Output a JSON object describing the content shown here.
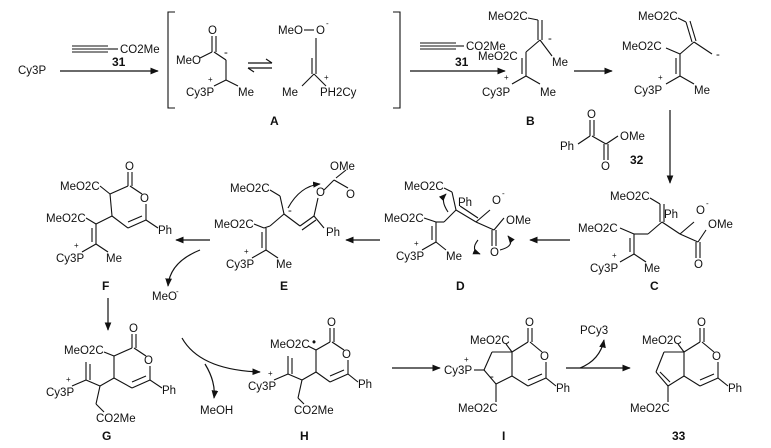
{
  "labels": {
    "reagent_alkyne": "CO2Me",
    "reagent_31": "31",
    "start_phosphine": "Cy3P",
    "reagent_ketoester": "32",
    "leaving_methoxide": "MeO",
    "leaving_methanol": "MeOH",
    "leaving_phosphine": "PCy3",
    "phenyl": "Ph",
    "methyl": "Me",
    "ome": "OMe",
    "co2me": "CO2Me",
    "meo2c": "MeO2C",
    "meo": "MeO",
    "cy3p": "Cy3P",
    "ph2cy": "PH2Cy",
    "oxygen": "O"
  },
  "compounds": {
    "A": "A",
    "B": "B",
    "C": "C",
    "D": "D",
    "E": "E",
    "F": "F",
    "G": "G",
    "H": "H",
    "I": "I",
    "33": "33"
  }
}
